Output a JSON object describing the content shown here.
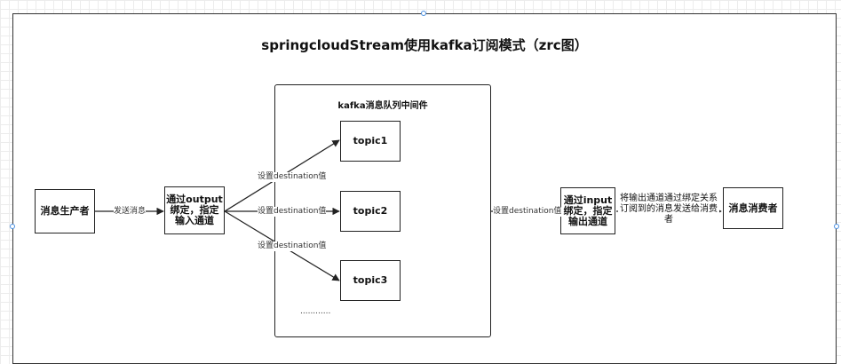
{
  "title": "springcloudStream使用kafka订阅模式（zrc图）",
  "producer": "消息生产者",
  "output_channel": "通过output绑定，指定输入通道",
  "send_label": "发送消息",
  "kafka": {
    "title": "kafka消息队列中间件",
    "topics": [
      "topic1",
      "topic2",
      "topic3"
    ],
    "ellipsis": "............"
  },
  "destination_label": "设置destination值",
  "input_channel": "通过input绑定，指定输出通道",
  "relay_note": "将输出通道通过绑定关系订阅到的消息发送给消费者",
  "consumer": "消息消费者"
}
